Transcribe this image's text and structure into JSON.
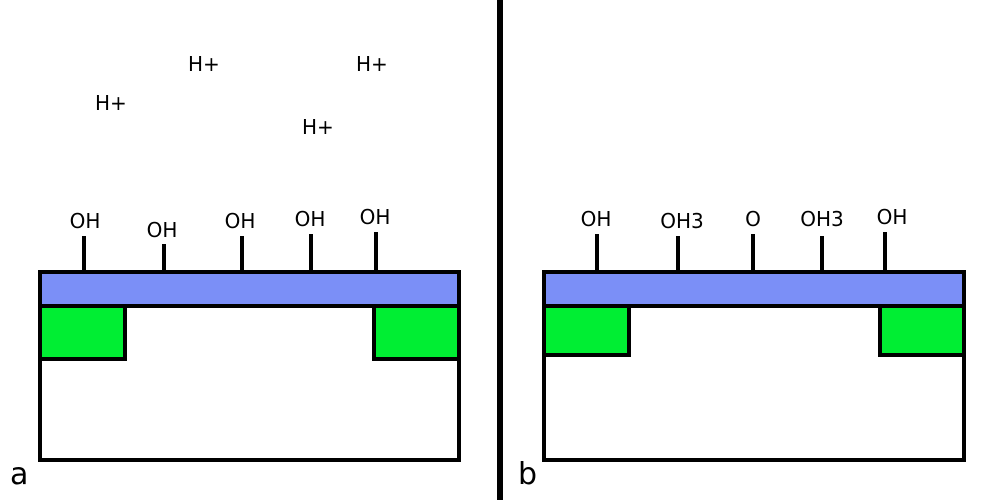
{
  "colors": {
    "oxide": "#7b8ff7",
    "doped_region": "#00ee33",
    "outline": "#000000",
    "background": "#ffffff"
  },
  "panel_a": {
    "letter": "a",
    "ions": [
      "H+",
      "H+",
      "H+",
      "H+"
    ],
    "groups": [
      "OH",
      "OH",
      "OH",
      "OH",
      "OH"
    ]
  },
  "panel_b": {
    "letter": "b",
    "groups": [
      "OH",
      "OH3",
      "O",
      "OH3",
      "OH"
    ]
  }
}
